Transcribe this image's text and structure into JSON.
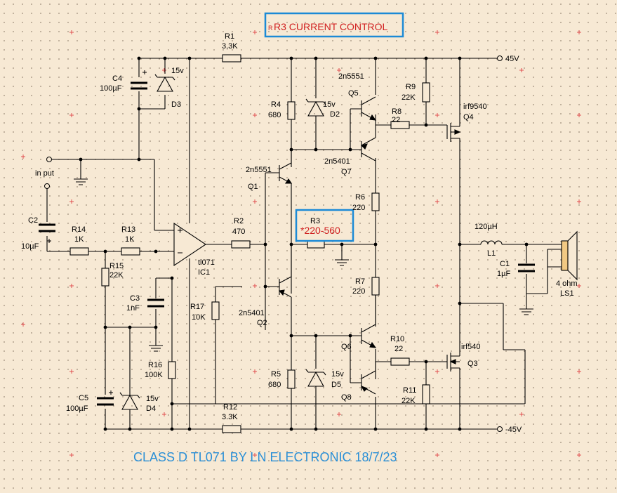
{
  "supply": {
    "pos": "45V",
    "neg": "-45V"
  },
  "input": {
    "label": "in put"
  },
  "title_note": {
    "marker": "R",
    "text": "R3 CURRENT CONTROL"
  },
  "footer": {
    "text": "CLASS D TL071 BY LN ELECTRONIC 18/7/23"
  },
  "components": {
    "R1": {
      "ref": "R1",
      "value": "3,3K"
    },
    "R2": {
      "ref": "R2",
      "value": "470"
    },
    "R3": {
      "ref": "R3",
      "value": "*220-560"
    },
    "R4": {
      "ref": "R4",
      "value": "680"
    },
    "R5": {
      "ref": "R5",
      "value": "680"
    },
    "R6": {
      "ref": "R6",
      "value": "220"
    },
    "R7": {
      "ref": "R7",
      "value": "220"
    },
    "R8": {
      "ref": "R8",
      "value": "22"
    },
    "R9": {
      "ref": "R9",
      "value": "22K"
    },
    "R10": {
      "ref": "R10",
      "value": "22"
    },
    "R11": {
      "ref": "R11",
      "value": "22K"
    },
    "R12": {
      "ref": "R12",
      "value": "3.3K"
    },
    "R13": {
      "ref": "R13",
      "value": "1K"
    },
    "R14": {
      "ref": "R14",
      "value": "1K"
    },
    "R15": {
      "ref": "R15",
      "value": "22K"
    },
    "R16": {
      "ref": "R16",
      "value": "100K"
    },
    "R17": {
      "ref": "R17",
      "value": "10K"
    },
    "C1": {
      "ref": "C1",
      "value": "1µF"
    },
    "C2": {
      "ref": "C2",
      "value": "10µF"
    },
    "C3": {
      "ref": "C3",
      "value": "1nF"
    },
    "C4": {
      "ref": "C4",
      "value": "100µF"
    },
    "C5": {
      "ref": "C5",
      "value": "100µF"
    },
    "D2": {
      "ref": "D2",
      "value": "15v"
    },
    "D3": {
      "ref": "D3",
      "value": "15v"
    },
    "D4": {
      "ref": "D4",
      "value": "15v"
    },
    "D5": {
      "ref": "D5",
      "value": "15v"
    },
    "Q1": {
      "ref": "Q1",
      "value": "2n5551"
    },
    "Q2": {
      "ref": "Q2",
      "value": "2n5401"
    },
    "Q3": {
      "ref": "Q3",
      "value": "irf540"
    },
    "Q4": {
      "ref": "Q4",
      "value": "irf9540"
    },
    "Q5": {
      "ref": "Q5",
      "value": "2n5551"
    },
    "Q6": {
      "ref": "Q6",
      "value": ""
    },
    "Q7": {
      "ref": "Q7",
      "value": "2n5401"
    },
    "Q8": {
      "ref": "Q8",
      "value": ""
    },
    "IC1": {
      "ref": "IC1",
      "value": "tl071"
    },
    "L1": {
      "ref": "L1",
      "value": "120µH"
    },
    "LS1": {
      "ref": "LS1",
      "value": "4 ohm"
    }
  }
}
